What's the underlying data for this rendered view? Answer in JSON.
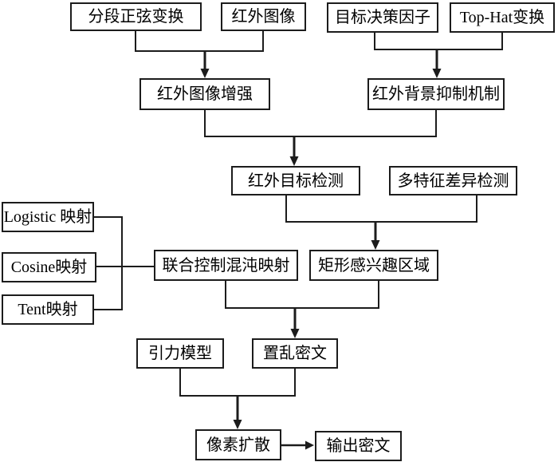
{
  "diagram": {
    "type": "flowchart",
    "nodes": {
      "piecewise_sine": {
        "label": "分段正弦变换"
      },
      "infrared_image": {
        "label": "红外图像"
      },
      "target_decision_factor": {
        "label": "目标决策因子"
      },
      "top_hat": {
        "label": "Top-Hat变换"
      },
      "infrared_enhancement": {
        "label": "红外图像增强"
      },
      "background_suppression": {
        "label": "红外背景抑制机制"
      },
      "infrared_target_detection": {
        "label": "红外目标检测"
      },
      "multi_feature_detection": {
        "label": "多特征差异检测"
      },
      "logistic_map": {
        "label": "Logistic 映射"
      },
      "cosine_map": {
        "label": "Cosine映射"
      },
      "tent_map": {
        "label": "Tent映射"
      },
      "joint_chaotic_map": {
        "label": "联合控制混沌映射"
      },
      "roi": {
        "label": "矩形感兴趣区域"
      },
      "gravity_model": {
        "label": "引力模型"
      },
      "scrambled_ciphertext": {
        "label": "置乱密文"
      },
      "pixel_diffusion": {
        "label": "像素扩散"
      },
      "output_ciphertext": {
        "label": "输出密文"
      }
    },
    "edges": [
      {
        "from": [
          "piecewise_sine",
          "infrared_image"
        ],
        "to": "infrared_enhancement",
        "arrow": true
      },
      {
        "from": [
          "target_decision_factor",
          "top_hat"
        ],
        "to": "background_suppression",
        "arrow": true
      },
      {
        "from": [
          "infrared_enhancement",
          "background_suppression"
        ],
        "to": "infrared_target_detection",
        "arrow": true
      },
      {
        "from": [
          "infrared_target_detection",
          "multi_feature_detection"
        ],
        "to": "roi",
        "arrow": true
      },
      {
        "from": [
          "logistic_map",
          "cosine_map",
          "tent_map"
        ],
        "to": "joint_chaotic_map",
        "arrow": false
      },
      {
        "from": [
          "joint_chaotic_map",
          "roi"
        ],
        "to": "scrambled_ciphertext",
        "arrow": true
      },
      {
        "from": [
          "gravity_model",
          "scrambled_ciphertext"
        ],
        "to": "pixel_diffusion",
        "arrow": true
      },
      {
        "from": [
          "pixel_diffusion"
        ],
        "to": "output_ciphertext",
        "arrow": true
      }
    ],
    "colors": {
      "line": "#1c1c1c",
      "box_border": "#1c1c1c",
      "text": "#000000",
      "background": "#ffffff"
    }
  }
}
